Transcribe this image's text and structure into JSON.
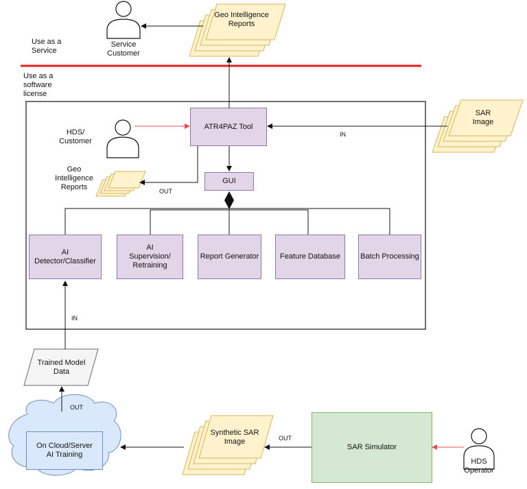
{
  "colors": {
    "purple_fill": "#e1d5e7",
    "purple_stroke": "#9673a6",
    "green_fill": "#d5e8d4",
    "green_stroke": "#82b366",
    "note_fill": "#fff2cc",
    "note_stroke": "#d6b656",
    "cloud_fill": "#dae8fc",
    "cloud_stroke": "#6c8ebf",
    "red_line": "#e0201b",
    "red_arrow": "#e05050"
  },
  "zones": {
    "service": "Use as a\nService",
    "license": "Use as a\nsoftware\nlicense"
  },
  "actors": {
    "service_customer": "Service\nCustomer",
    "hds_customer": "HDS/\nCustomer",
    "hds_operator": "HDS\nOperator"
  },
  "documents": {
    "geo_reports_top": "Geo Intelligence\nReports",
    "geo_reports_inner": "Geo\nIntelligence\nReports",
    "sar_image": "SAR\nImage",
    "synthetic_sar": "Synthetic SAR\nImage",
    "trained_model": "Trained Model\nData"
  },
  "boxes": {
    "atr_tool": "ATR4PAZ Tool",
    "gui": "GUI",
    "ai_detector": "AI\nDetector/Classifier",
    "ai_supervision": "AI\nSupervision/\nRetraining",
    "report_generator": "Report Generator",
    "feature_database": "Feature Database",
    "batch_processing": "Batch Processing",
    "sar_simulator": "SAR Simulator",
    "cloud_training": "On Cloud/Server\nAI Training"
  },
  "edge_labels": {
    "in_sar": "IN",
    "out_reports": "OUT",
    "in_model": "IN",
    "out_model": "OUT",
    "out_synthetic": "OUT"
  }
}
